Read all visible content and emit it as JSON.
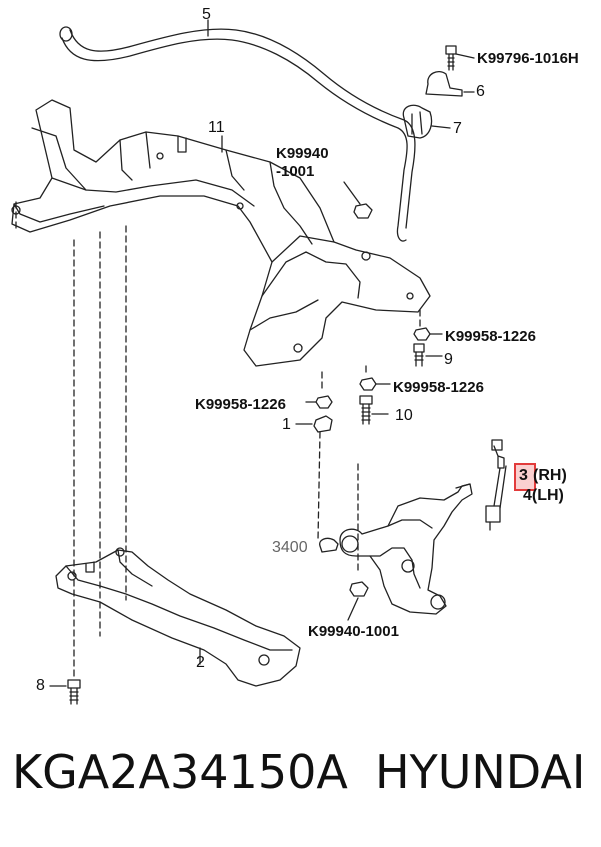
{
  "labels": {
    "p5": "5",
    "k_top": "K99796-1016H",
    "p6": "6",
    "p7": "7",
    "p11": "11",
    "k99940_a": "K99940",
    "k99940_b": "-1001",
    "k_nut_a": "K99958-1226",
    "p9": "9",
    "k_nut_b": "K99958-1226",
    "k_nut_c": "K99958-1226",
    "p10": "10",
    "p1": "1",
    "p3_num": "3",
    "p3_side": "(RH)",
    "p4": "4(LH)",
    "p3400": "3400",
    "k_arm": "K99940-1001",
    "p2": "2",
    "p8": "8"
  },
  "footer": {
    "part_number": "KGA2A34150A",
    "brand": "HYUNDAI"
  },
  "colors": {
    "line": "#222222",
    "highlight": "#e23b3b"
  }
}
